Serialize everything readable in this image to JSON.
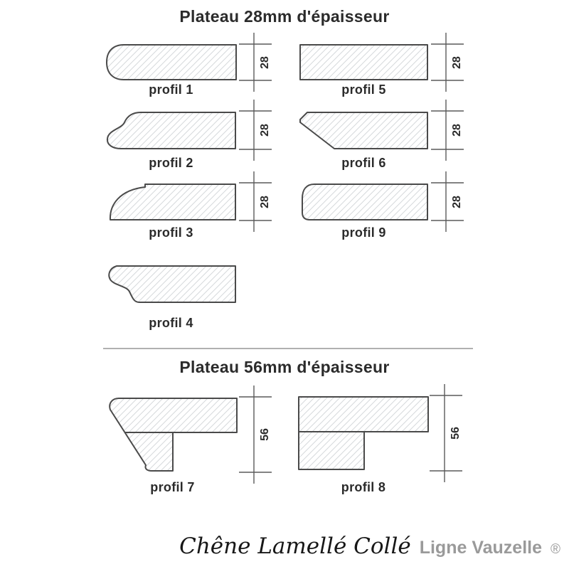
{
  "sections": [
    {
      "title": "Plateau 28mm d'épaisseur",
      "profiles": [
        {
          "id": "profil-1",
          "label": "profil 1",
          "dim": "28"
        },
        {
          "id": "profil-5",
          "label": "profil 5",
          "dim": "28"
        },
        {
          "id": "profil-2",
          "label": "profil 2",
          "dim": "28"
        },
        {
          "id": "profil-6",
          "label": "profil 6",
          "dim": "28"
        },
        {
          "id": "profil-3",
          "label": "profil 3",
          "dim": "28"
        },
        {
          "id": "profil-9",
          "label": "profil 9",
          "dim": "28"
        },
        {
          "id": "profil-4",
          "label": "profil 4"
        }
      ]
    },
    {
      "title": "Plateau 56mm d'épaisseur",
      "profiles": [
        {
          "id": "profil-7",
          "label": "profil 7",
          "dim": "56"
        },
        {
          "id": "profil-8",
          "label": "profil 8",
          "dim": "56"
        }
      ]
    }
  ],
  "footer": {
    "brand_script": "Chêne Lamellé Collé",
    "brand_name": "Ligne Vauzelle",
    "registered": "®"
  },
  "colors": {
    "outline": "#4a4a4a",
    "hatch": "#d9d9d9",
    "text": "#2b2b2b",
    "divider": "#b0b0b0",
    "brand_gray": "#9a9a9a"
  }
}
